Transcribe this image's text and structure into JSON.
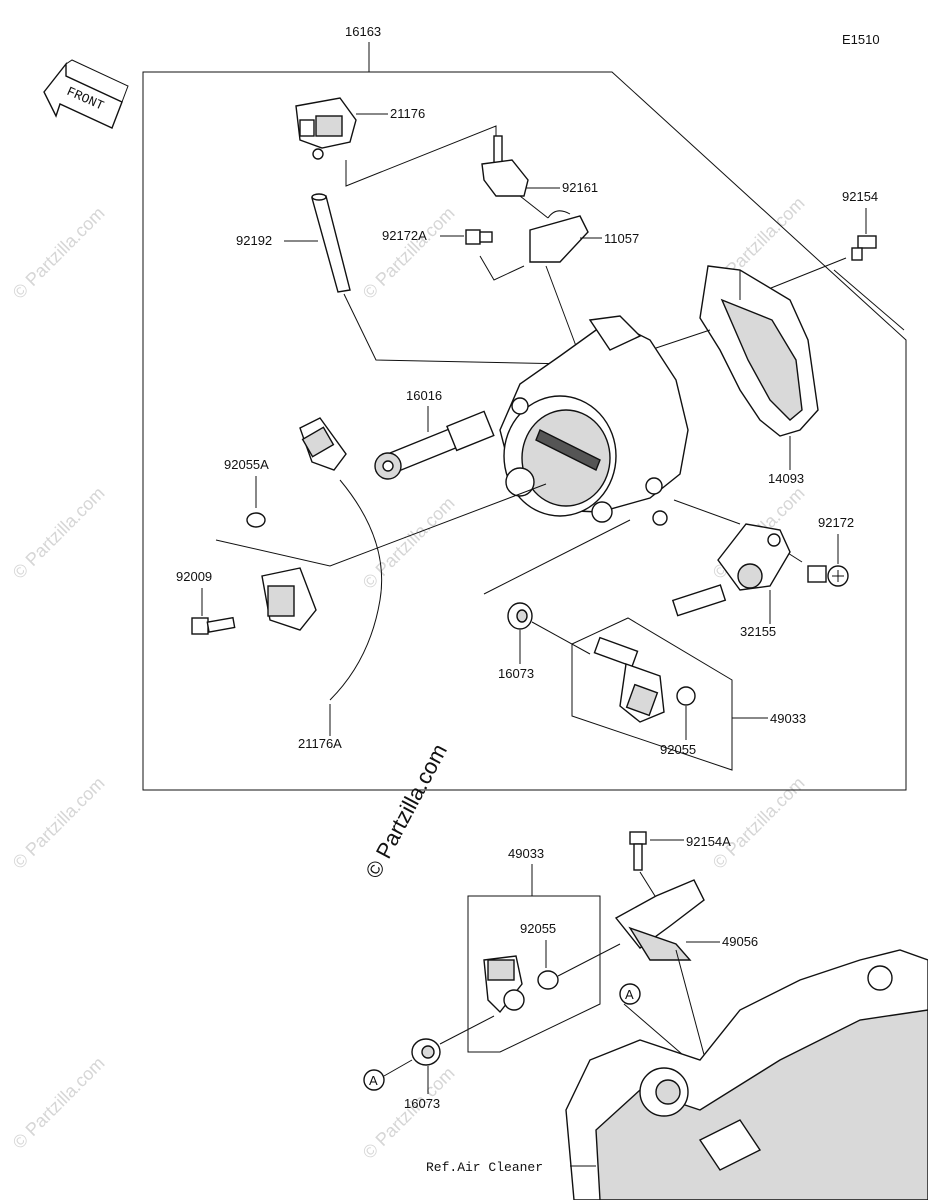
{
  "diagram_code": "E1510",
  "front_label": "FRONT",
  "assembly_label": "16163",
  "parts": [
    "21176",
    "92161",
    "92154",
    "92172A",
    "11057",
    "92192",
    "16016",
    "14093",
    "92055A",
    "92172",
    "92009",
    "32155",
    "16073",
    "49033",
    "92055",
    "21176A"
  ],
  "lower_parts": [
    "49033",
    "92154A",
    "92055",
    "49056",
    "16073"
  ],
  "ref_labels": [
    "A",
    "A"
  ],
  "ref_note": "Ref.Air Cleaner",
  "watermark_main": "© Partzilla.com",
  "watermark_small": "© Partzilla.com"
}
